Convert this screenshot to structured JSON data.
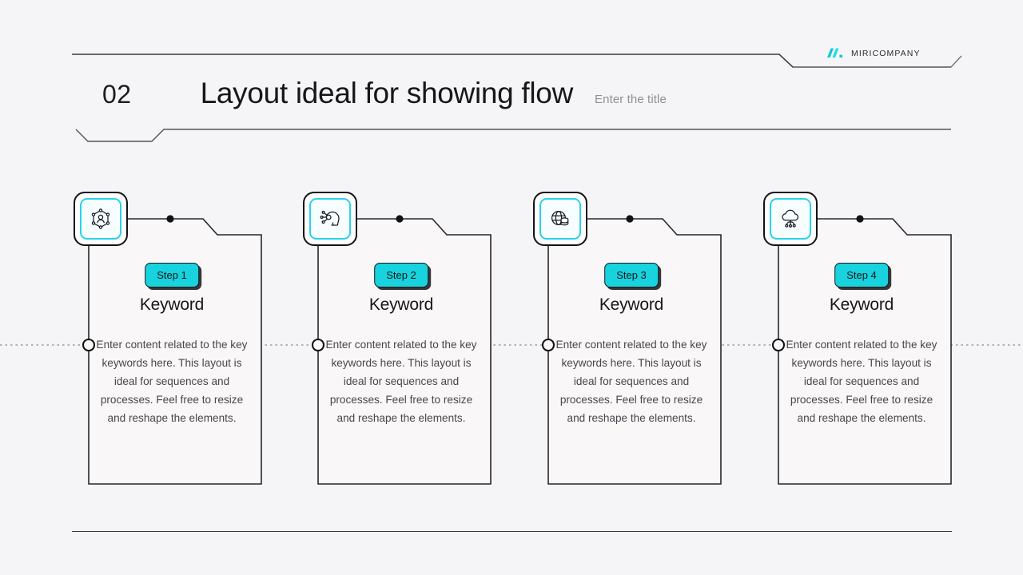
{
  "brand": {
    "name": "MIRICOMPANY",
    "mark_icon": "miri-logo-mark",
    "accent": "#18d2de"
  },
  "header": {
    "number": "02",
    "title": "Layout ideal for showing flow",
    "subtitle": "Enter the title"
  },
  "colors": {
    "accent": "#18d2de",
    "accent_border": "#2ad2e8",
    "ink": "#17171a",
    "line": "#3b3b41",
    "card_fill": "#faf7f8",
    "page_bg": "#f5f5f7"
  },
  "cards": [
    {
      "step_label": "Step 1",
      "keyword": "Keyword",
      "body": "Enter content related to the key keywords here. This layout is ideal for sequences and processes. Feel free to resize and reshape the elements.",
      "icon": "user-network-hexagon-icon"
    },
    {
      "step_label": "Step 2",
      "keyword": "Keyword",
      "body": "Enter content related to the key keywords here. This layout is ideal for sequences and processes. Feel free to resize and reshape the elements.",
      "icon": "ai-head-circuit-icon"
    },
    {
      "step_label": "Step 3",
      "keyword": "Keyword",
      "body": "Enter content related to the key keywords here. This layout is ideal for sequences and processes. Feel free to resize and reshape the elements.",
      "icon": "globe-database-icon"
    },
    {
      "step_label": "Step 4",
      "keyword": "Keyword",
      "body": "Enter content related to the key keywords here. This layout is ideal for sequences and processes. Feel free to resize and reshape the elements.",
      "icon": "cloud-network-icon"
    }
  ]
}
